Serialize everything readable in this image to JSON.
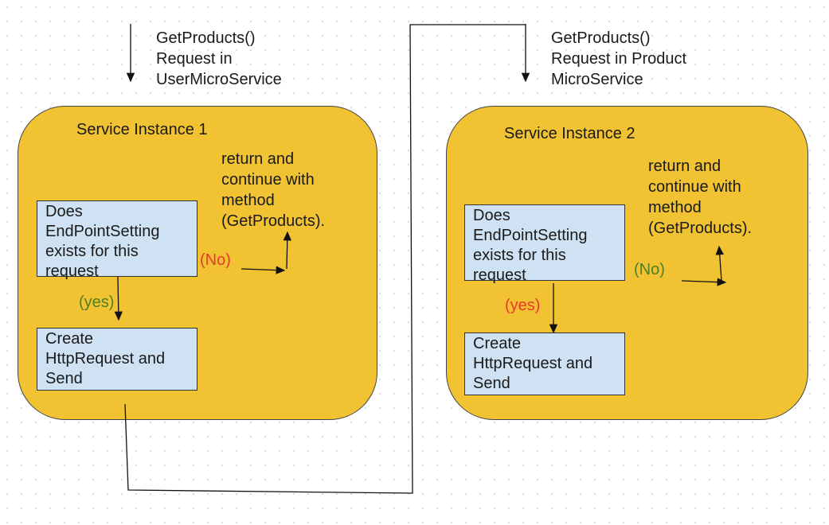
{
  "requests": {
    "user": "GetProducts()\nRequest in\nUserMicroService",
    "product": "GetProducts()\nRequest in Product\nMicroService"
  },
  "instance1": {
    "title": "Service Instance 1",
    "return_text": "return and\ncontinue with\nmethod\n(GetProducts).",
    "decision": "Does\nEndPointSetting\nexists for this\nrequest",
    "no_label": "(No)",
    "yes_label": "(yes)",
    "action": "Create\nHttpRequest and\nSend"
  },
  "instance2": {
    "title": "Service Instance 2",
    "return_text": "return and\ncontinue with\nmethod\n(GetProducts).",
    "decision": "Does\nEndPointSetting\nexists for this\nrequest",
    "no_label": "(No)",
    "yes_label": "(yes)",
    "action": "Create\nHttpRequest and\nSend"
  },
  "colors": {
    "instance_fill": "#f1c232",
    "step_fill": "#cfe2f3",
    "no_red": "#e53a2f",
    "green": "#4f7f23"
  }
}
